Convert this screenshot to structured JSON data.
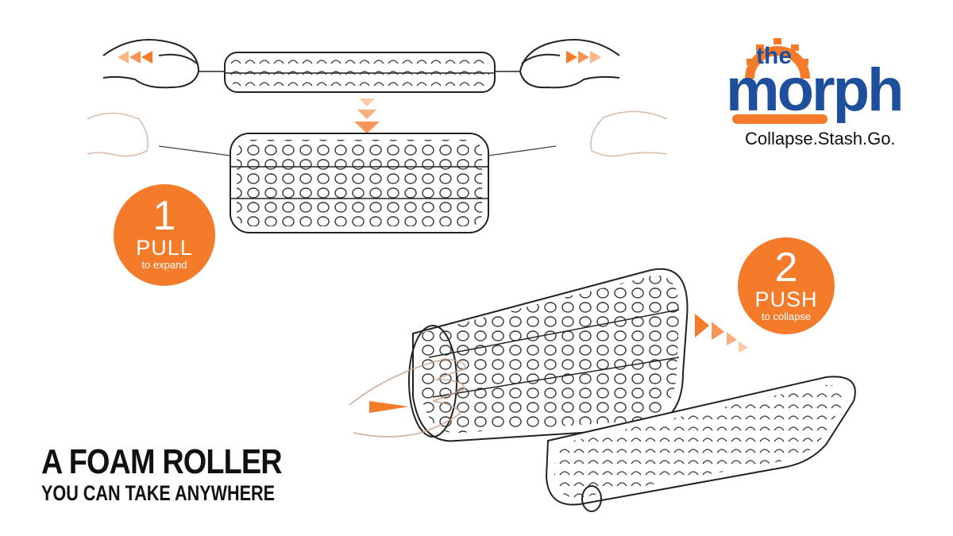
{
  "brand": {
    "logo_prefix": "the",
    "logo_name": "morph",
    "tagline": "Collapse.Stash.Go.",
    "colors": {
      "orange": "#f47b2a",
      "navy": "#1d4f9c",
      "text": "#111111"
    }
  },
  "steps": [
    {
      "number": "1",
      "verb": "PULL",
      "sub": "to expand"
    },
    {
      "number": "2",
      "verb": "PUSH",
      "sub": "to collapse"
    }
  ],
  "headline": {
    "main": "A FOAM ROLLER",
    "sub": "YOU CAN TAKE ANYWHERE"
  },
  "icons": [
    "hand-icon",
    "foam-roller-icon",
    "arrow-icon",
    "gear-icon"
  ]
}
